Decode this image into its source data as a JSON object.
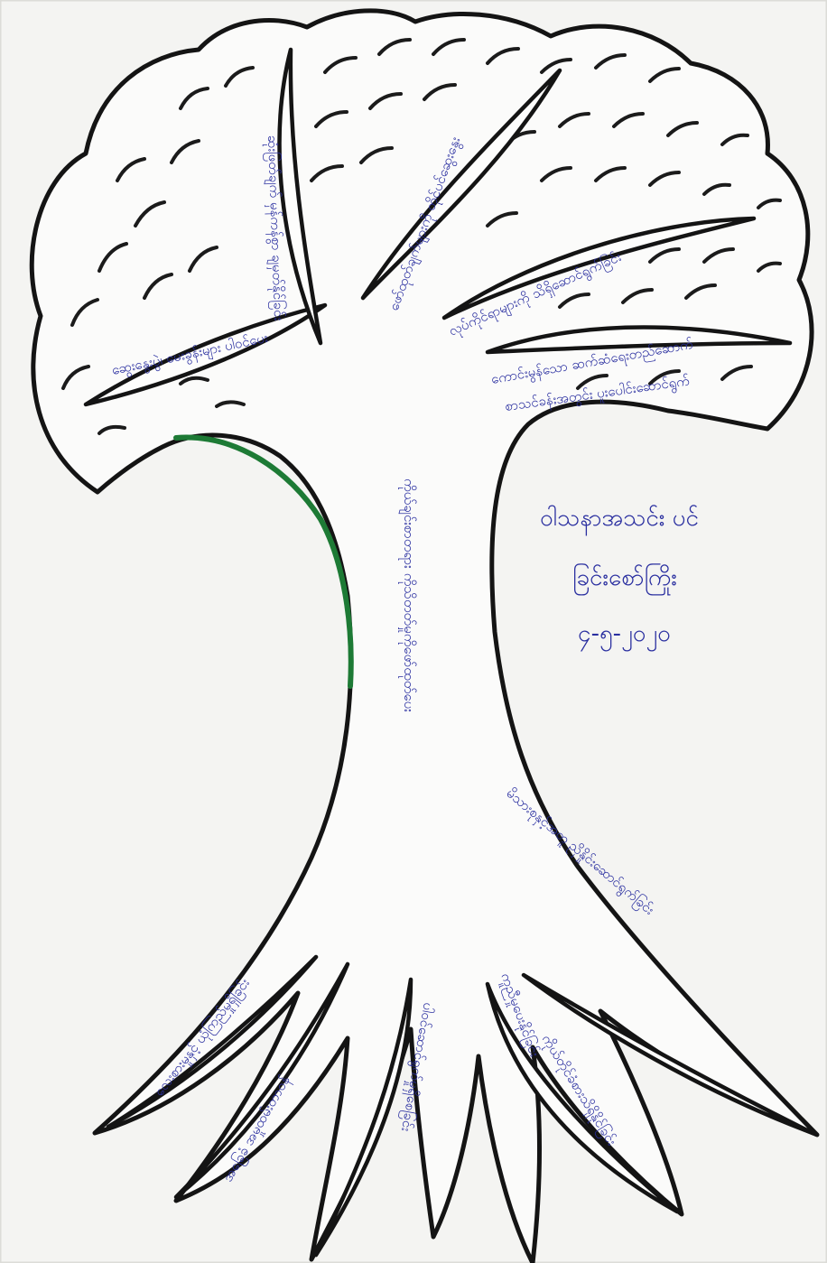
{
  "colors": {
    "paper": "#f4f4f2",
    "outline": "#141414",
    "handwriting_ink": "#2a2fa0",
    "trunk_highlight": "#1d7a35"
  },
  "icons": [
    "tree-outline",
    "leaf-scallop-marks"
  ],
  "tree": {
    "trunk_text": "ကိုယ်ချင်းစာတရား ကိုသိတတ်မှုကိုဖော်ထုတ်ပေး",
    "branches": [
      "ဆွေးနွေးပွဲ၊ မေးခွန်းများ ပါဝင်ပေး",
      "ဆုံးဖြတ်ချက် မှန်ကန်စွာ ချမှတ်နိုင်ခြင်း",
      "ဖော်ထုတ်ချက်များကို တိုင်ပင်ဆွေးနွေး",
      "လုပ်ကိုင်ရာများကို သိရှိဆောင်ရွက်ခြင်း",
      "ကောင်းမွန်သော ဆက်ဆံရေးတည်ဆောက်",
      "စာသင်ခန်းအတွင်း ပူးပေါင်းဆောင်ရွက်"
    ],
    "roots": [
      "မိသားစုနှင့်အတူ ညှိနှိုင်းဆောင်ရွက်ခြင်း",
      "လေးစားမှုနှင့် ယုံကြည်မှုရှိခြင်း",
      "ပါဝင်ဆောင်ရွက်မှုရှိစေခြင်း",
      "ကူညီမှုပေးနိုင်ခြင်း",
      "ကိုယ်တိုင်ခံစားသိရှိနိုင်ခြင်း",
      "အခြေခံ အမှုထမ်းတာဝန်"
    ]
  },
  "author_note": {
    "line1": "ဝါသနာအသင်း ပင်",
    "line2": "ခြင်းစော်ကြိုး",
    "line3": "၄-၅-၂၀၂၀"
  }
}
